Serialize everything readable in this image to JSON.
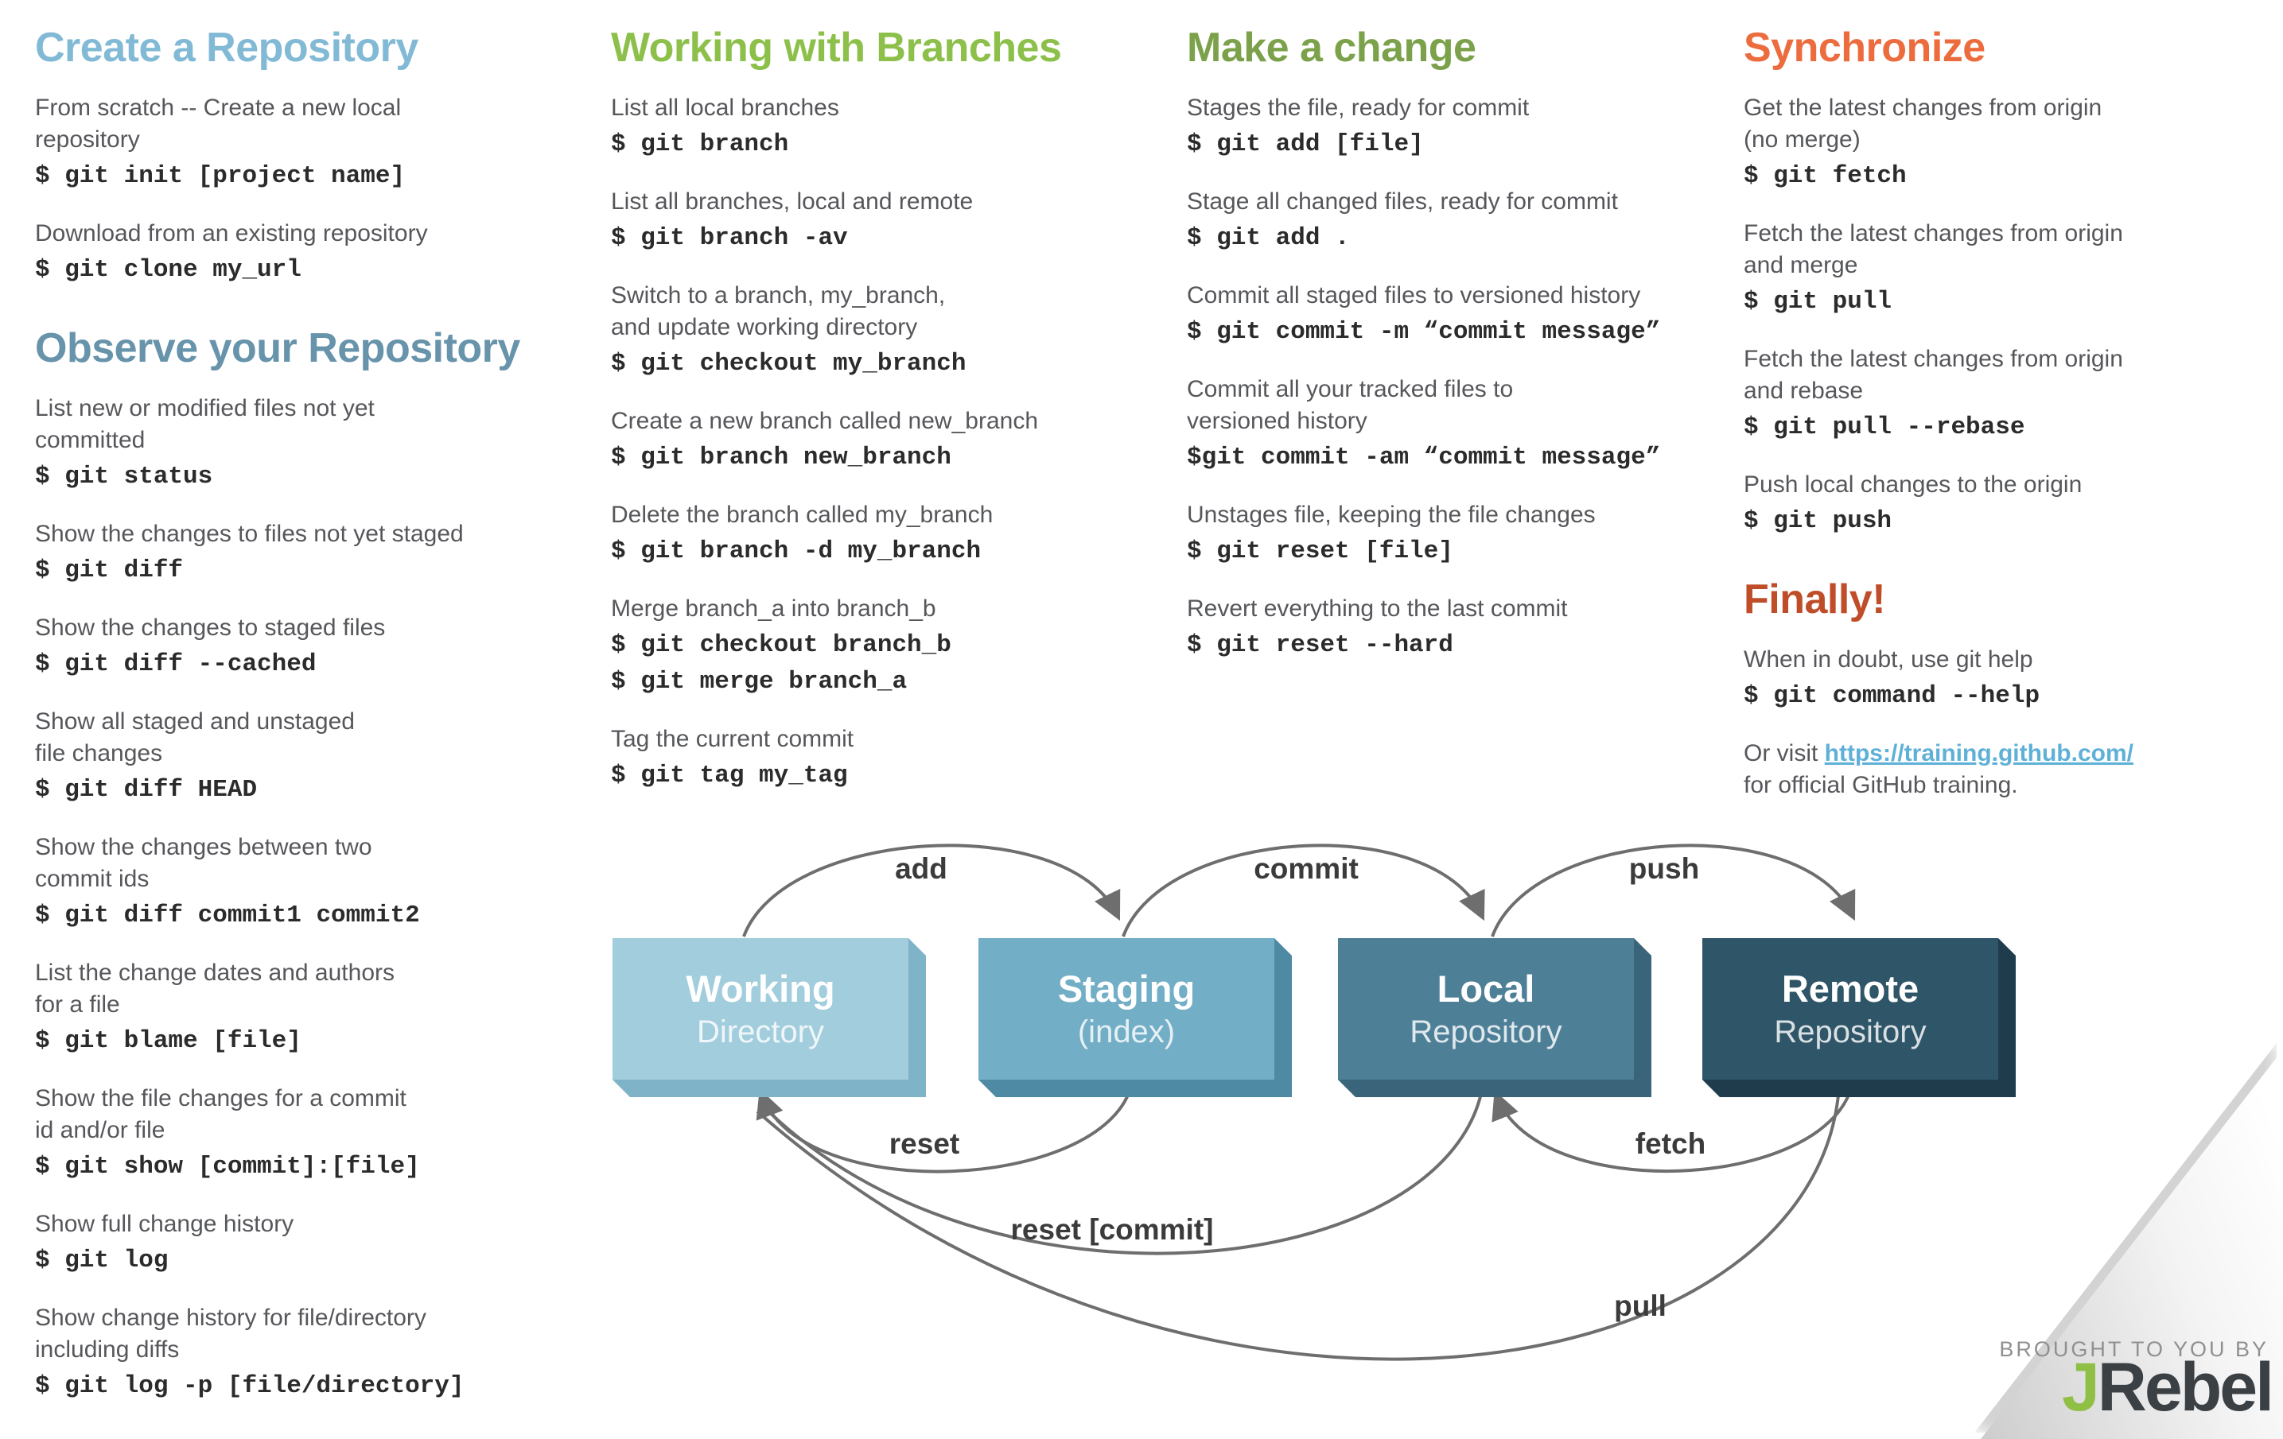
{
  "columns": [
    {
      "sections": [
        {
          "title": "Create a Repository",
          "color": "#82bad6",
          "items": [
            {
              "desc": "From scratch -- Create a new local\nrepository",
              "code": "$ git init [project name]"
            },
            {
              "desc": "Download from an existing repository",
              "code": "$ git clone my_url"
            }
          ]
        },
        {
          "title": "Observe your Repository",
          "color": "#6793ab",
          "items": [
            {
              "desc": "List new or modified files not yet\ncommitted",
              "code": "$ git status"
            },
            {
              "desc": "Show the changes to files not yet staged",
              "code": "$ git diff"
            },
            {
              "desc": "Show the changes to staged files",
              "code": "$ git diff --cached"
            },
            {
              "desc": "Show all staged and unstaged\nfile changes",
              "code": "$ git diff HEAD"
            },
            {
              "desc": "Show the changes between two\ncommit ids",
              "code": "$ git diff commit1 commit2"
            },
            {
              "desc": "List the change dates and authors\nfor a file",
              "code": "$ git blame [file]"
            },
            {
              "desc": "Show the file changes for a commit\nid and/or file",
              "code": "$ git show [commit]:[file]"
            },
            {
              "desc": "Show full change history",
              "code": "$ git log"
            },
            {
              "desc": "Show change history for file/directory\nincluding diffs",
              "code": "$ git log -p [file/directory]"
            }
          ]
        }
      ]
    },
    {
      "sections": [
        {
          "title": "Working with Branches",
          "color": "#8cc04a",
          "items": [
            {
              "desc": "List all local branches",
              "code": "$ git branch"
            },
            {
              "desc": "List all branches, local and remote",
              "code": "$ git branch -av"
            },
            {
              "desc": "Switch to a branch, my_branch,\nand update working directory",
              "code": "$ git checkout my_branch"
            },
            {
              "desc": "Create a new branch called new_branch",
              "code": "$ git branch new_branch"
            },
            {
              "desc": "Delete the branch called my_branch",
              "code": "$ git branch -d my_branch"
            },
            {
              "desc": "Merge branch_a into branch_b",
              "code": "$ git checkout branch_b",
              "code2": "$ git merge branch_a"
            },
            {
              "desc": "Tag the current commit",
              "code": "$ git tag my_tag"
            }
          ]
        }
      ]
    },
    {
      "sections": [
        {
          "title": "Make a change",
          "color": "#7ba24a",
          "items": [
            {
              "desc": "Stages the file, ready for commit",
              "code": "$ git add [file]"
            },
            {
              "desc": "Stage all changed files, ready for commit",
              "code": "$ git add ."
            },
            {
              "desc": "Commit all staged files to versioned history",
              "code": "$ git commit -m “commit message”"
            },
            {
              "desc": "Commit all your tracked files to\nversioned history",
              "code": "$git commit -am “commit message”"
            },
            {
              "desc": "Unstages file, keeping the file changes",
              "code": "$ git reset [file]"
            },
            {
              "desc": "Revert everything to the last commit",
              "code": "$ git reset --hard"
            }
          ]
        }
      ]
    },
    {
      "sections": [
        {
          "title": "Synchronize",
          "color": "#ec6c3e",
          "items": [
            {
              "desc": "Get the latest changes from origin\n(no merge)",
              "code": "$ git fetch"
            },
            {
              "desc": "Fetch the latest changes from origin\nand merge",
              "code": "$ git pull"
            },
            {
              "desc": "Fetch the latest changes from origin\nand rebase",
              "code": "$ git pull --rebase"
            },
            {
              "desc": "Push local changes to the origin",
              "code": "$ git push"
            }
          ]
        },
        {
          "title": "Finally!",
          "color": "#bf4d28",
          "items": [
            {
              "desc": "When in doubt, use git help",
              "code": "$ git command --help"
            }
          ],
          "or_visit": {
            "prefix": "Or visit ",
            "link": "https://training.github.com/",
            "suffix": "for official GitHub training."
          }
        }
      ]
    }
  ],
  "diagram": {
    "boxes": [
      {
        "line1": "Working",
        "line2": "Directory",
        "face_color": "#a2cddd",
        "edge_color": "#7fb3c7"
      },
      {
        "line1": "Staging",
        "line2": "(index)",
        "face_color": "#72aec6",
        "edge_color": "#4f8aa4"
      },
      {
        "line1": "Local",
        "line2": "Repository",
        "face_color": "#4d7f97",
        "edge_color": "#39647a"
      },
      {
        "line1": "Remote",
        "line2": "Repository",
        "face_color": "#2f5568",
        "edge_color": "#1e3c4c"
      }
    ],
    "labels": {
      "add": "add",
      "commit": "commit",
      "push": "push",
      "reset": "reset",
      "fetch": "fetch",
      "reset_commit": "reset [commit]",
      "pull": "pull"
    },
    "arrow_color": "#6e6e6e",
    "label_color": "#3b3b3b"
  },
  "footer": {
    "tagline": "BROUGHT TO YOU BY",
    "brand_j": "J",
    "brand_rest": "Rebel",
    "brand_j_color": "#8fc045",
    "brand_rest_color": "#3b4045"
  }
}
